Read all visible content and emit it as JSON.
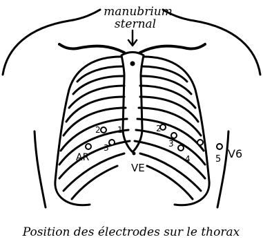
{
  "top_label_line1": "manubrium",
  "top_label_line2": "sternal",
  "caption": "Position des électrodes sur le thorax",
  "electrode_label_ve": "VE",
  "electrode_label_ar": "AR",
  "electrode_label_v6": "V6",
  "electrode_numbers_left": [
    "2",
    "3",
    "1"
  ],
  "electrode_numbers_right": [
    "2",
    "3",
    "4",
    "5"
  ],
  "ink_color": "#000000"
}
